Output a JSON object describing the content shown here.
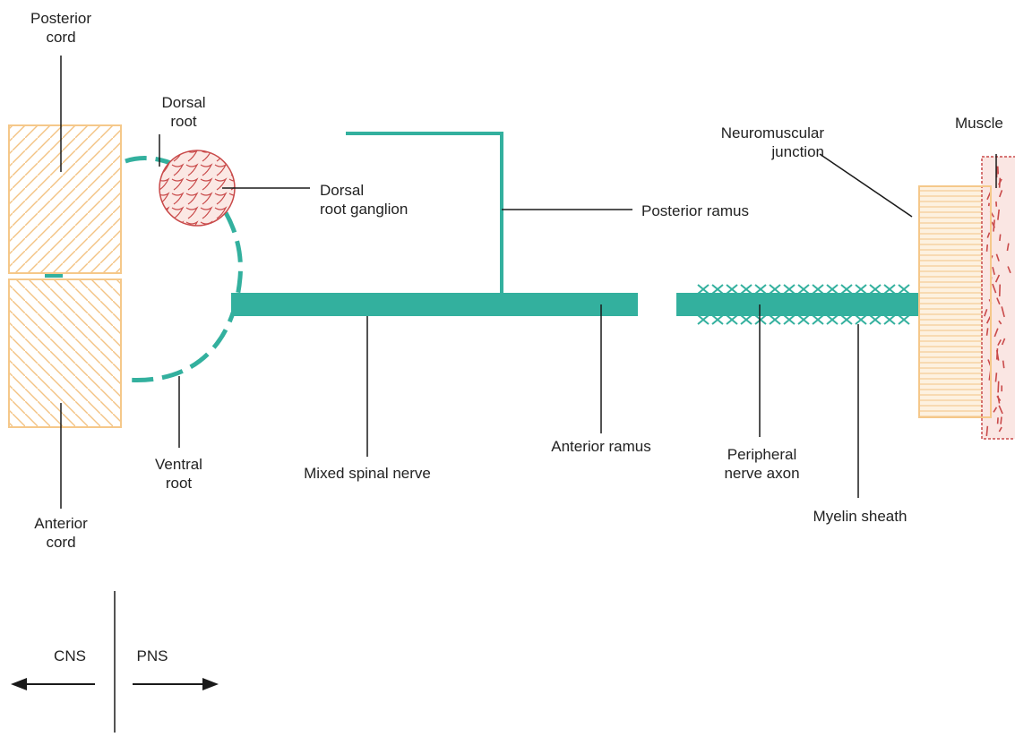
{
  "labels": {
    "posterior_cord": "Posterior\ncord",
    "anterior_cord": "Anterior\ncord",
    "dorsal_root": "Dorsal\nroot",
    "dorsal_root_ganglion": "Dorsal\nroot ganglion",
    "ventral_root": "Ventral\nroot",
    "mixed_spinal_nerve": "Mixed spinal nerve",
    "posterior_ramus": "Posterior ramus",
    "anterior_ramus": "Anterior ramus",
    "peripheral_nerve_axon": "Peripheral\nnerve axon",
    "myelin_sheath": "Myelin sheath",
    "neuromuscular_junction": "Neuromuscular\njunction",
    "muscle": "Muscle",
    "cns": "CNS",
    "pns": "PNS"
  },
  "colors": {
    "nerve": "#33b09e",
    "cord_stroke": "#f5c88a",
    "cord_hatch": "#f3c384",
    "ganglion": "#c94a4a",
    "ganglion_fill": "#fbe8e4",
    "junction_fill": "#fdf1e0",
    "muscle_fill": "#fae6e3",
    "muscle_stroke": "#c94a4a",
    "leader": "#1a1a1a"
  }
}
